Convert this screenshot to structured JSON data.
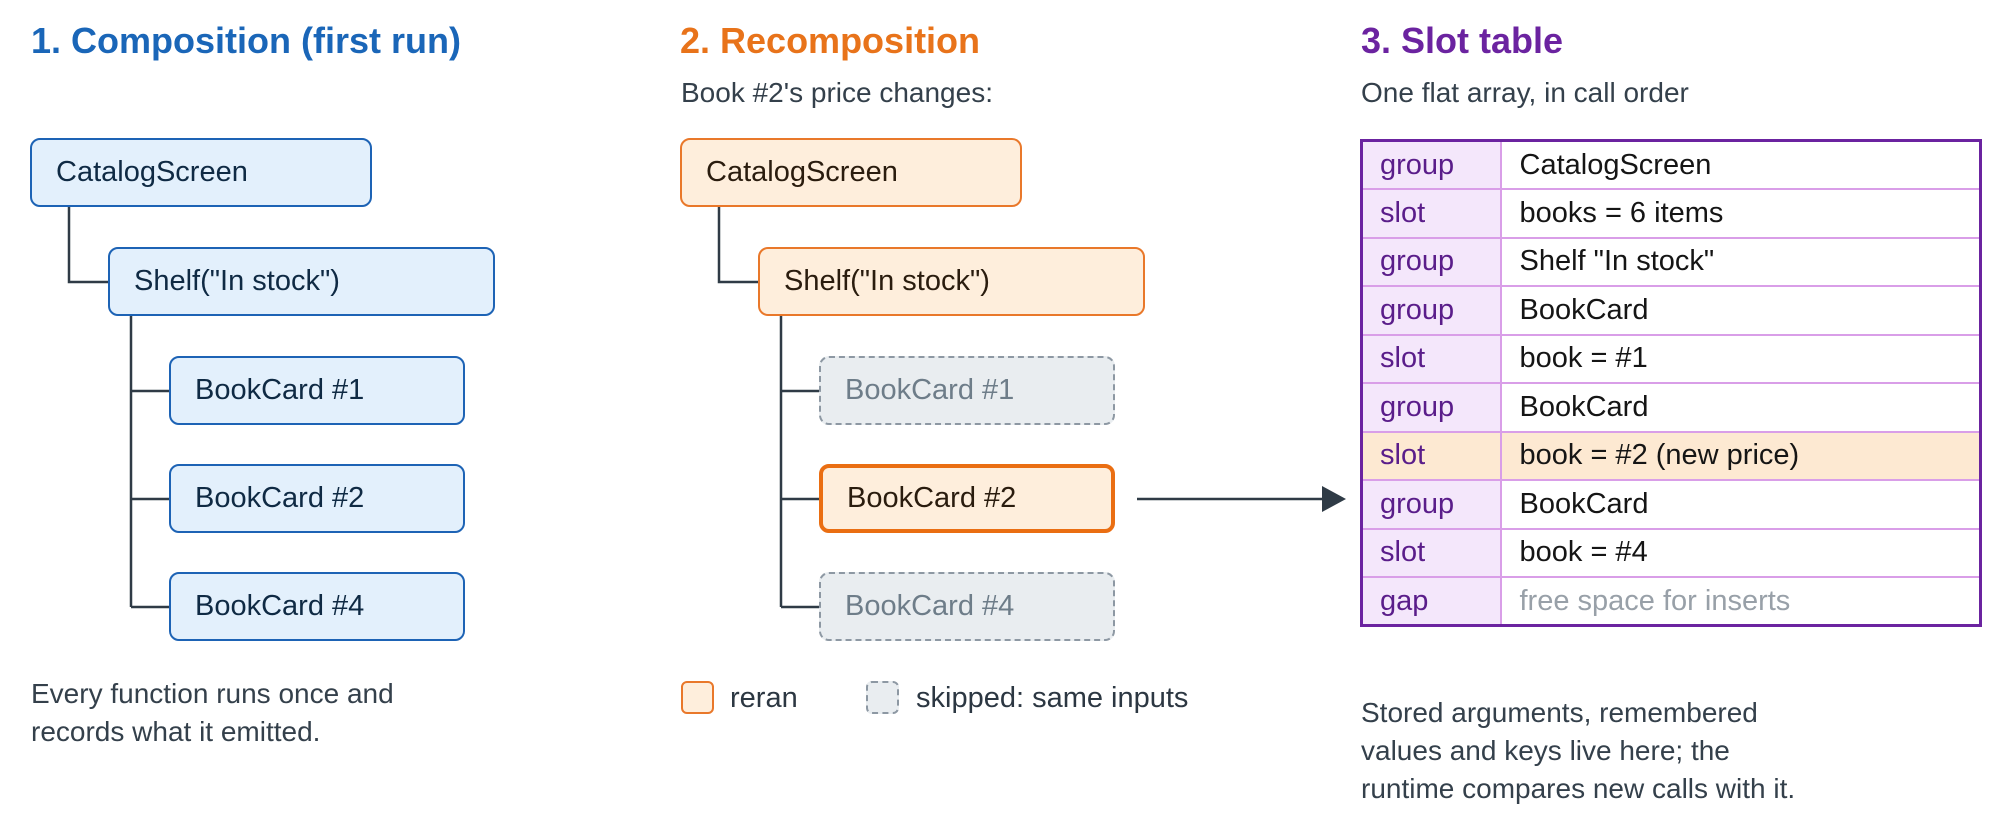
{
  "panel1": {
    "title": "1. Composition (first run)",
    "nodes": {
      "root": "CatalogScreen",
      "shelf": "Shelf(\"In stock\")",
      "card1": "BookCard #1",
      "card2": "BookCard #2",
      "card4": "BookCard #4"
    },
    "note_lines": [
      "Every function runs once and",
      "records what it emitted."
    ]
  },
  "panel2": {
    "title": "2. Recomposition",
    "subtitle": "Book #2's price changes:",
    "nodes": {
      "root": "CatalogScreen",
      "shelf": "Shelf(\"In stock\")",
      "card1": "BookCard #1",
      "card2": "BookCard #2",
      "card4": "BookCard #4"
    },
    "legend": {
      "reran": "reran",
      "skipped": "skipped: same inputs"
    }
  },
  "panel3": {
    "title": "3. Slot table",
    "subtitle": "One flat array, in call order",
    "rows": [
      {
        "kind": "group",
        "value": "CatalogScreen",
        "indent": 0
      },
      {
        "kind": "slot",
        "value": "books = 6 items",
        "indent": 1
      },
      {
        "kind": "group",
        "value": "Shelf \"In stock\"",
        "indent": 1
      },
      {
        "kind": "group",
        "value": "BookCard",
        "indent": 2
      },
      {
        "kind": "slot",
        "value": "book = #1",
        "indent": 3
      },
      {
        "kind": "group",
        "value": "BookCard",
        "indent": 2
      },
      {
        "kind": "slot",
        "value": "book = #2 (new price)",
        "indent": 3,
        "highlight": true
      },
      {
        "kind": "group",
        "value": "BookCard",
        "indent": 2
      },
      {
        "kind": "slot",
        "value": "book = #4",
        "indent": 3
      },
      {
        "kind": "gap",
        "value": "free space for inserts",
        "indent": 0,
        "muted": true
      }
    ],
    "note_lines": [
      "Stored arguments, remembered",
      "values and keys live here; the",
      "runtime compares new calls with it."
    ]
  },
  "colors": {
    "panel1_accent": "#1a66b8",
    "panel2_accent": "#e8731a",
    "panel3_accent": "#6b23a0",
    "highlight_row": "#fde9d2"
  }
}
